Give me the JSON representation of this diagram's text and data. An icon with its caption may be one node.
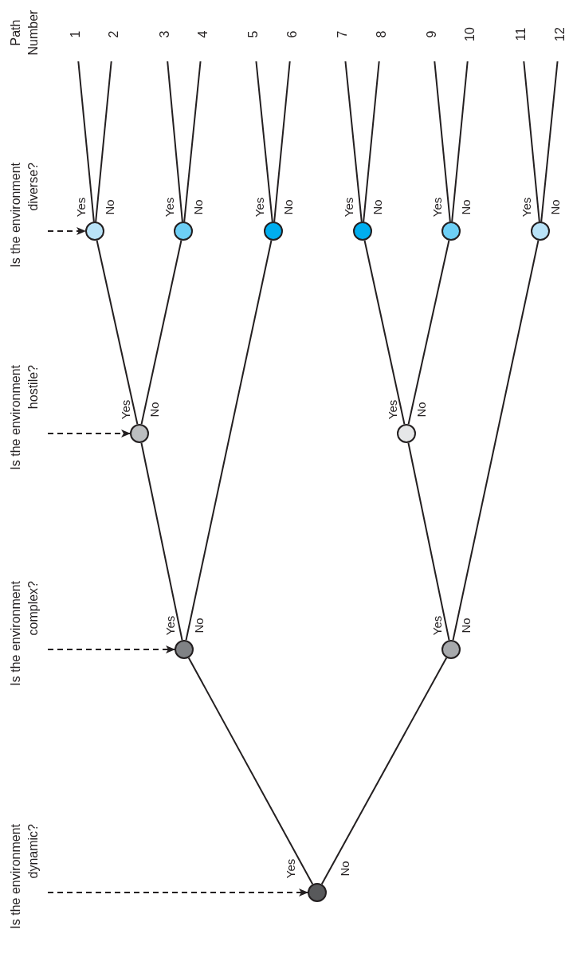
{
  "diagram": {
    "nodes": [
      {
        "text": [
          "1"
        ]
      },
      {
        "text": [
          "2"
        ]
      },
      {
        "text": [
          "3"
        ]
      },
      {
        "text": [
          "4"
        ]
      },
      {
        "text": [
          "5"
        ]
      },
      {
        "text": [
          "6"
        ]
      },
      {
        "text": [
          "7"
        ]
      },
      {
        "text": [
          "8"
        ]
      },
      {
        "text": [
          "9"
        ]
      },
      {
        "text": [
          "10"
        ]
      },
      {
        "text": [
          "11"
        ]
      },
      {
        "text": [
          "12"
        ]
      },
      {
        "text": [
          "Is the environment diverse?"
        ]
      },
      {
        "text": [
          "Is the environment hostile?"
        ]
      },
      {
        "text": [
          "Is the environment complex?"
        ]
      },
      {
        "text": [
          "Is the environment dynamic?"
        ]
      },
      {
        "text": [],
        "shape": "circle"
      },
      {
        "text": [],
        "shape": "circle"
      },
      {
        "text": [],
        "shape": "circle"
      },
      {
        "text": [],
        "shape": "circle"
      },
      {
        "text": [],
        "shape": "circle"
      },
      {
        "text": [],
        "shape": "circle"
      },
      {
        "text": [],
        "shape": "circle"
      },
      {
        "text": [],
        "shape": "circle"
      },
      {
        "text": [],
        "shape": "circle"
      },
      {
        "text": [],
        "shape": "circle"
      },
      {
        "text": [],
        "shape": "circle"
      }
    ],
    "edges": [
      {
        "from": 12,
        "to": 16,
        "arrow": "to",
        "style": "dashed"
      },
      {
        "from": 13,
        "to": 22,
        "arrow": "to",
        "style": "dashed"
      },
      {
        "from": 14,
        "to": 24,
        "arrow": "to",
        "style": "dashed"
      },
      {
        "from": 15,
        "to": 26,
        "arrow": "to",
        "style": "dashed"
      },
      {
        "from": 26,
        "to": 24,
        "arrow": "none",
        "label": "Yes"
      },
      {
        "from": 26,
        "to": 25,
        "arrow": "none",
        "label": "No"
      },
      {
        "from": 24,
        "to": 22,
        "arrow": "none",
        "label": "Yes"
      },
      {
        "from": 24,
        "to": 18,
        "arrow": "none",
        "label": "No"
      },
      {
        "from": 25,
        "to": 23,
        "arrow": "none",
        "label": "Yes"
      },
      {
        "from": 25,
        "to": 21,
        "arrow": "none",
        "label": "No"
      },
      {
        "from": 22,
        "to": 16,
        "arrow": "none",
        "label": "Yes"
      },
      {
        "from": 22,
        "to": 17,
        "arrow": "none",
        "label": "No"
      },
      {
        "from": 23,
        "to": 19,
        "arrow": "none",
        "label": "Yes"
      },
      {
        "from": 23,
        "to": 20,
        "arrow": "none",
        "label": "No"
      },
      {
        "from": 16,
        "to": 0,
        "arrow": "none",
        "label": "Yes"
      },
      {
        "from": 16,
        "to": 1,
        "arrow": "none",
        "label": "No"
      },
      {
        "from": 17,
        "to": 2,
        "arrow": "none",
        "label": "Yes"
      },
      {
        "from": 17,
        "to": 3,
        "arrow": "none",
        "label": "No"
      },
      {
        "from": 18,
        "to": 4,
        "arrow": "none",
        "label": "Yes"
      },
      {
        "from": 18,
        "to": 5,
        "arrow": "none",
        "label": "No"
      },
      {
        "from": 19,
        "to": 6,
        "arrow": "none",
        "label": "Yes"
      },
      {
        "from": 19,
        "to": 7,
        "arrow": "none",
        "label": "No"
      },
      {
        "from": 20,
        "to": 8,
        "arrow": "none",
        "label": "Yes"
      },
      {
        "from": 20,
        "to": 9,
        "arrow": "none",
        "label": "No"
      },
      {
        "from": 21,
        "to": 10,
        "arrow": "none",
        "label": "Yes"
      },
      {
        "from": 21,
        "to": 11,
        "arrow": "none",
        "label": "No"
      }
    ],
    "labels": [
      "Path Number"
    ]
  }
}
